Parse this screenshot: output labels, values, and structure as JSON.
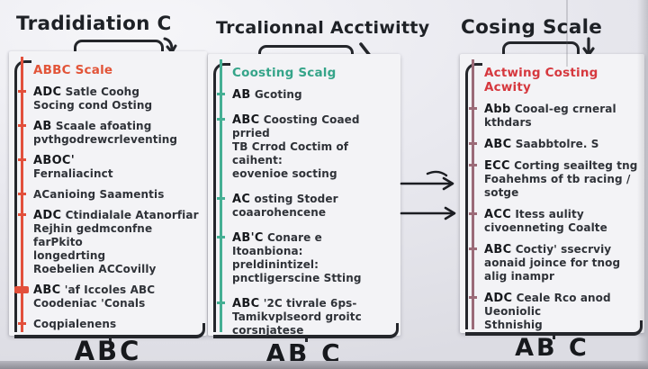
{
  "page": {
    "background": "#eaeaf0",
    "bottom_strip_color": "#9a9aa2",
    "ink_color": "#24262b"
  },
  "panels": [
    {
      "title": "Tradidiation C",
      "arrow_icon": "down-hook-arrow-icon",
      "accent_line": "#e2503c",
      "accent_header": "#e25438",
      "header": "ABBC Scale",
      "bottom_label": "ABC",
      "items": [
        {
          "lead": "ADC",
          "first": "Satle Coohg",
          "rest": [
            "Socing cond Osting"
          ]
        },
        {
          "lead": "AB",
          "first": "Scaale afoating",
          "rest": [
            "pvthgodrewcrleventing"
          ]
        },
        {
          "lead": "ABOC'",
          "first": "",
          "rest": [
            "Fernaliacinct"
          ]
        },
        {
          "lead": "",
          "first": "ACanioing Saamentis",
          "rest": []
        },
        {
          "lead": "ADC",
          "first": "Ctindialale Atanorfiar",
          "rest": [
            "Rejhin gedmconfne farPkito",
            "longedrting",
            "Roebelien ACCovilly"
          ]
        },
        {
          "lead": "ABC",
          "first": "'af Iccoles ABC",
          "rest": [
            "Coodeniac 'Conals"
          ],
          "tick": "bold"
        },
        {
          "lead": "",
          "first": "Coqpialenens",
          "rest": []
        }
      ]
    },
    {
      "title": "Trcalionnal Acctiwitty",
      "arrow_icon": "diagonal-stroke-icon",
      "accent_line": "#45af94",
      "accent_header": "#35a489",
      "header": "Coosting Scalg",
      "bottom_label": "AB C",
      "items": [
        {
          "lead": "AB",
          "first": "Gcoting",
          "rest": []
        },
        {
          "lead": "ABC",
          "first": "Coosting Coaed prried",
          "rest": [
            "TB Crrod Coctim of caihent:",
            "eovenioe socting"
          ]
        },
        {
          "lead": "AC",
          "first": "osting Stoder",
          "rest": [
            "coaarohencene"
          ]
        },
        {
          "lead": "AB'C",
          "first": "Conare e Itoanbiona:",
          "rest": [
            "preldinintizel:",
            "pnctligerscine Stting"
          ]
        },
        {
          "lead": "ABC",
          "first": "'2C tivrale 6ps-",
          "rest": [
            "Tamikvplseord groitc",
            "corsnjatese"
          ]
        }
      ]
    },
    {
      "title": "Cosing Scale",
      "arrow_icon": "down-arrow-icon",
      "accent_line": "#9b6b78",
      "accent_header": "#d6383e",
      "header": "Actwing Costing Acwity",
      "bottom_label": "AB C",
      "items": [
        {
          "lead": "Abb",
          "first": "Cooal-eg crneral",
          "rest": [
            "kthdars"
          ]
        },
        {
          "lead": "ABC",
          "first": "Saabbtolre. S",
          "rest": []
        },
        {
          "lead": "ECC",
          "first": "Corting seailteg tng",
          "rest": [
            "Foahehms of tb racing /",
            "sotge"
          ]
        },
        {
          "lead": "ACC",
          "first": "Itess aulity",
          "rest": [
            "civoenneting Coalte"
          ]
        },
        {
          "lead": "ABC",
          "first": "Coctiy' ssecrviy",
          "rest": [
            "aonaid joince for tnog",
            "alig inampr"
          ]
        },
        {
          "lead": "ADC",
          "first": "Ceale Rco anod",
          "rest": [
            "Ueoniolic",
            "Sthnishig"
          ]
        }
      ]
    }
  ],
  "flow_arrows": {
    "icon": "flow-arrows-icon",
    "direction": "right",
    "count": 2
  }
}
